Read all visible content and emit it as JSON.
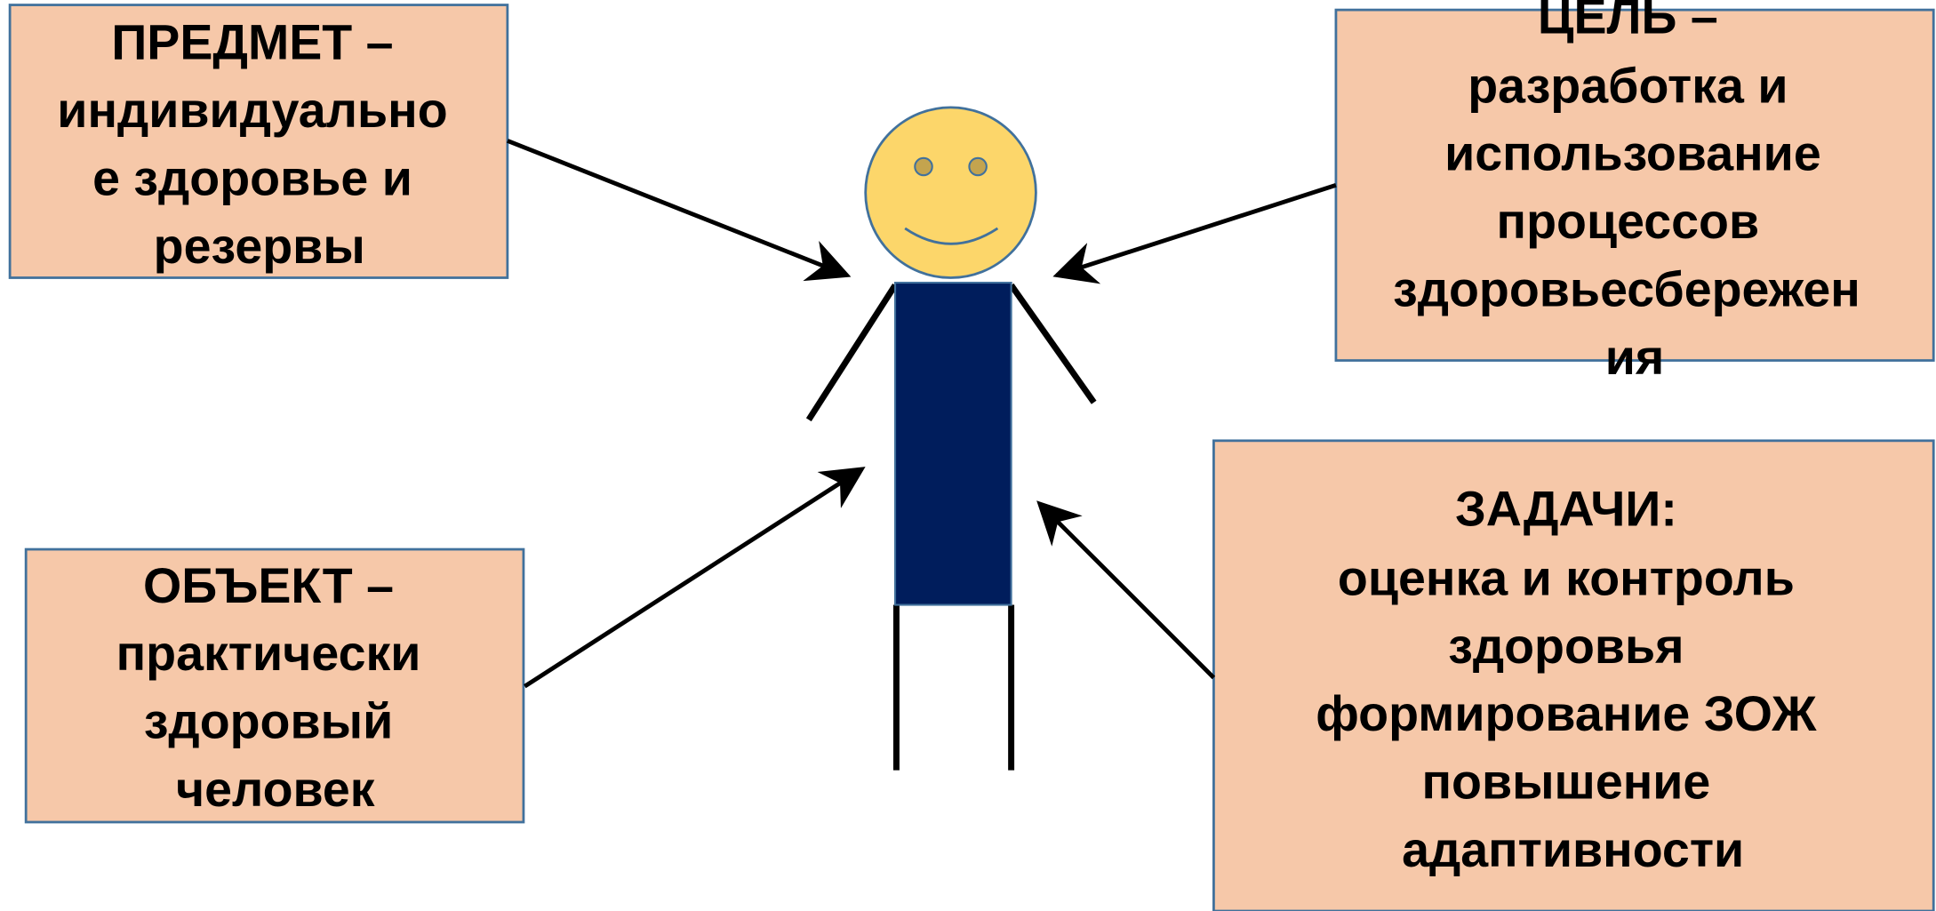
{
  "colors": {
    "box_fill": "#f6c8a9",
    "box_border": "#41719c",
    "head_fill": "#fcd66a",
    "head_stroke": "#41719c",
    "eye_fill": "#c4a44e",
    "torso_fill": "#001d5c",
    "line": "#000000",
    "background": "#ffffff"
  },
  "boxes": {
    "subject": {
      "lines": [
        "ПРЕДМЕТ –",
        "индивидуально",
        "е здоровье и",
        "резервы"
      ]
    },
    "goal": {
      "lines": [
        "ЦЕЛЬ –",
        "разработка и",
        "использование",
        "процессов",
        "здоровьесбережен",
        "ия"
      ]
    },
    "object": {
      "lines": [
        "ОБЪЕКТ –",
        "практически",
        "здоровый",
        "человек"
      ]
    },
    "tasks": {
      "lines": [
        "ЗАДАЧИ:",
        "оценка и контроль",
        "здоровья",
        "формирование ЗОЖ",
        "повышение",
        "адаптивности"
      ]
    }
  },
  "figure": {
    "head_icon": "smiley-face-icon",
    "body_icon": "stick-figure-icon"
  }
}
